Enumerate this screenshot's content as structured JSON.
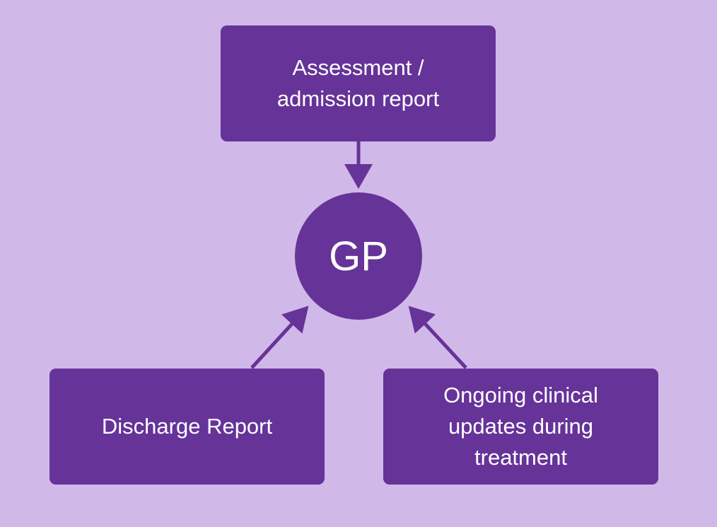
{
  "colors": {
    "background": "#d0b8e8",
    "node_fill": "#663399",
    "text": "#ffffff"
  },
  "nodes": {
    "center": "GP",
    "top": "Assessment /\nadmission report",
    "bottom_left": "Discharge Report",
    "bottom_right": "Ongoing clinical\nupdates during\ntreatment"
  }
}
